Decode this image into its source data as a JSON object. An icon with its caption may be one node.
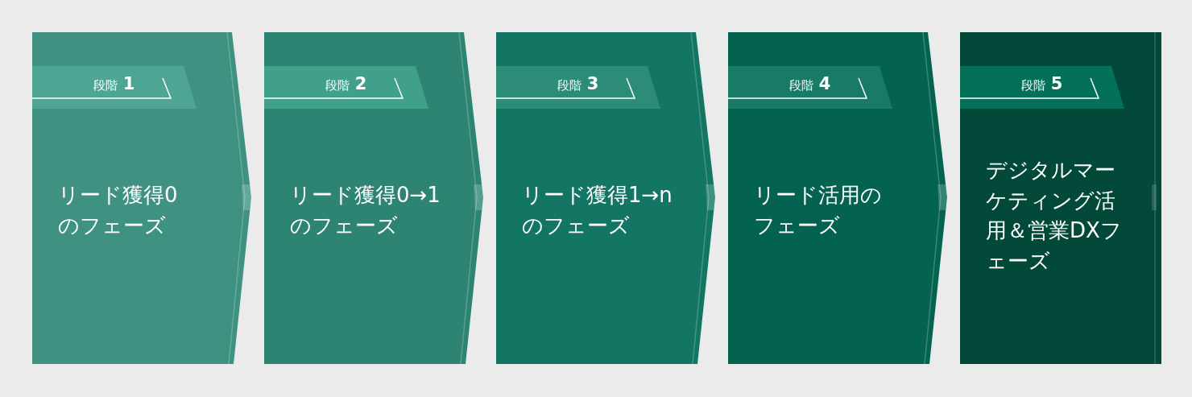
{
  "diagram": {
    "nodes": [
      {
        "text": [
          "リード獲得0のフェーズ"
        ]
      },
      {
        "text": [
          "段階 **1**"
        ],
        "in": 0
      },
      {
        "text": [
          "リード獲得0→1のフェーズ"
        ]
      },
      {
        "text": [
          "段階 **2**"
        ],
        "in": 2
      },
      {
        "text": [
          "リード獲得1→nのフェーズ"
        ]
      },
      {
        "text": [
          "段階 **3**"
        ],
        "in": 4
      },
      {
        "text": [
          "リード活用のフェーズ"
        ]
      },
      {
        "text": [
          "段階 **4**"
        ],
        "in": 6
      },
      {
        "text": [
          "デジタルマーケティング活用＆営業DXフェーズ"
        ]
      },
      {
        "text": [
          "段階 **5**"
        ],
        "in": 8
      }
    ]
  }
}
